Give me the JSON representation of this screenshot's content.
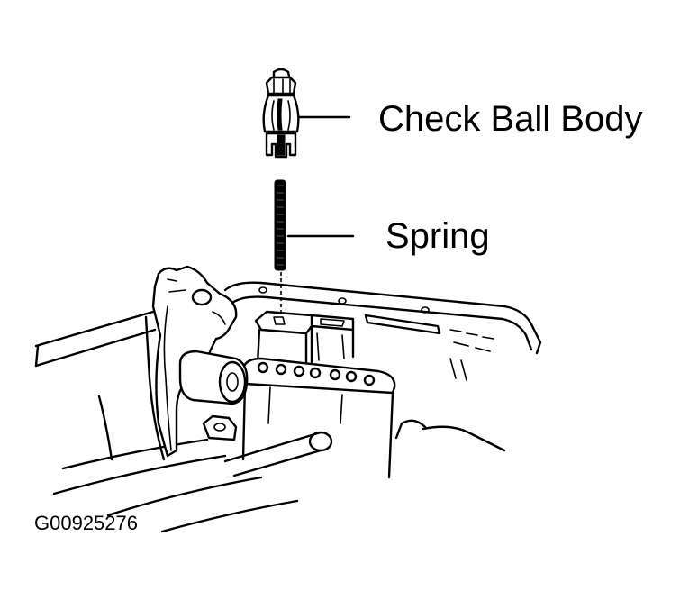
{
  "labels": {
    "check_ball_body": "Check Ball Body",
    "spring": "Spring"
  },
  "figure_id": "G00925276",
  "colors": {
    "ink": "#000000",
    "background": "#ffffff"
  }
}
